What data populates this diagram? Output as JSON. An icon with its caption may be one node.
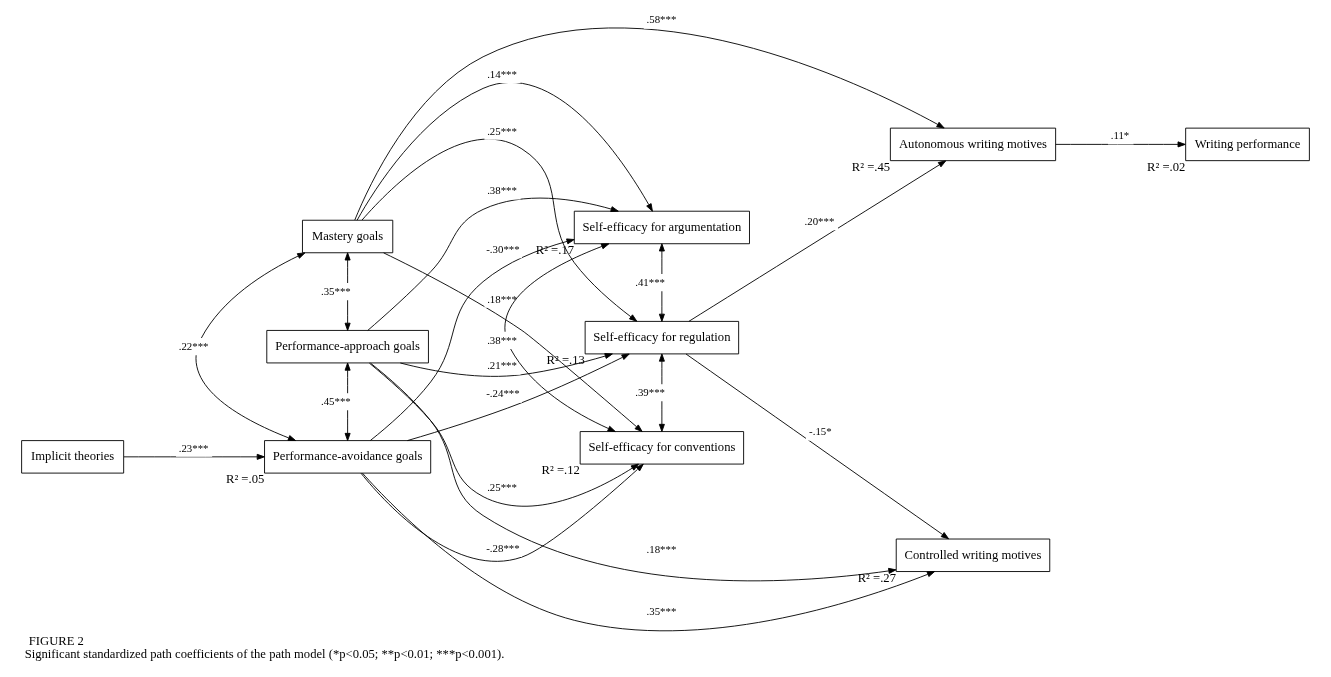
{
  "diagram": {
    "title": "FIGURE 2",
    "caption": "Significant standardized path coefficients of the path model (*p<0.05; **p<0.01; ***p<0.001).",
    "nodes": [
      {
        "text": [
          "Mastery goals"
        ]
      },
      {
        "text": [
          "Performance-approach goals"
        ]
      },
      {
        "text": [
          "Implicit theories"
        ]
      },
      {
        "text": [
          "Performance-avoidance goals"
        ],
        "beside": [
          "R² =.05"
        ]
      },
      {
        "text": [
          "Self-efficacy for argumentation"
        ],
        "beside": [
          "R² =.17"
        ]
      },
      {
        "text": [
          "Self-efficacy for regulation"
        ],
        "beside": [
          "R² =.13"
        ]
      },
      {
        "text": [
          "Self-efficacy for conventions"
        ],
        "beside": [
          "R² =.12"
        ]
      },
      {
        "text": [
          "Autonomous writing motives"
        ],
        "beside": [
          "R² =.45"
        ]
      },
      {
        "text": [
          "Writing performance"
        ],
        "beside": [
          "R² =.02"
        ]
      },
      {
        "text": [
          "Controlled writing motives"
        ],
        "beside": [
          "R² =.27"
        ]
      }
    ],
    "edges": [
      {
        "from": 0,
        "to": 4,
        "arrow": "to",
        "label": ".14***"
      },
      {
        "from": 0,
        "to": 7,
        "arrow": "to",
        "label": ".58***"
      },
      {
        "from": 0,
        "to": 5,
        "arrow": "to",
        "label": ".25***"
      },
      {
        "from": 0,
        "to": 6,
        "arrow": "to",
        "label": ".18***"
      },
      {
        "from": 0,
        "to": 1,
        "arrow": "both",
        "label": ".35***"
      },
      {
        "from": 0,
        "to": 3,
        "arrow": "both",
        "label": ".22***"
      },
      {
        "from": 1,
        "to": 4,
        "arrow": "to",
        "label": ".38***"
      },
      {
        "from": 1,
        "to": 5,
        "arrow": "to",
        "label": ".21***"
      },
      {
        "from": 1,
        "to": 6,
        "arrow": "to",
        "label": ".25***"
      },
      {
        "from": 1,
        "to": 9,
        "arrow": "to",
        "label": ".18***"
      },
      {
        "from": 1,
        "to": 3,
        "arrow": "both",
        "label": ".45***"
      },
      {
        "from": 2,
        "to": 3,
        "arrow": "to",
        "label": ".23***"
      },
      {
        "from": 3,
        "to": 4,
        "arrow": "to",
        "label": "-.30***"
      },
      {
        "from": 3,
        "to": 5,
        "arrow": "to",
        "label": "-.24***"
      },
      {
        "from": 3,
        "to": 9,
        "arrow": "to",
        "label": ".35***"
      },
      {
        "from": 3,
        "to": 6,
        "arrow": "to",
        "label": "-.28***"
      },
      {
        "from": 4,
        "to": 5,
        "arrow": "both",
        "label": ".41***"
      },
      {
        "from": 5,
        "to": 6,
        "arrow": "both",
        "label": ".39***"
      },
      {
        "from": 4,
        "to": 6,
        "arrow": "both",
        "label": ".38***"
      },
      {
        "from": 5,
        "to": 7,
        "arrow": "to",
        "label": ".20***"
      },
      {
        "from": 5,
        "to": 9,
        "arrow": "to",
        "label": "-.15*"
      },
      {
        "from": 7,
        "to": 8,
        "arrow": "to",
        "label": ".11*"
      }
    ]
  }
}
